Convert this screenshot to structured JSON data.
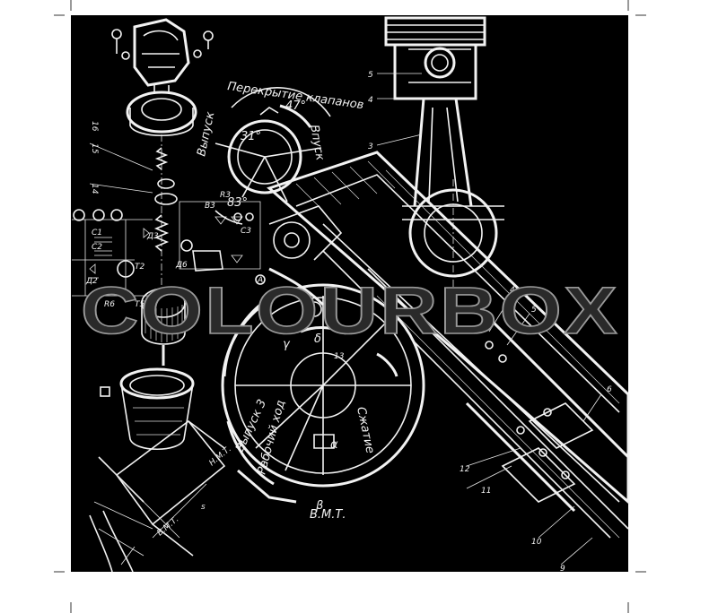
{
  "labels": {
    "valve_overlap": "Перекрытие клапанов",
    "exhaust": "Выпуск",
    "intake": "Впуск",
    "compression": "Сжатие",
    "working_stroke": "Рабочий ход",
    "exhaust_3": "Выпуск 3",
    "angle_47": "47°",
    "angle_83": "83°",
    "angle_31": "31°",
    "tdc": "В.М.Т.",
    "bdc": "Н.М.Т.",
    "alpha": "α",
    "beta": "β",
    "gamma": "γ",
    "delta": "δ",
    "s": "s"
  },
  "part_numbers": [
    "5",
    "4",
    "3",
    "13",
    "4",
    "5",
    "6",
    "12",
    "11",
    "10",
    "9"
  ],
  "circuit_labels": [
    "C1",
    "C2",
    "T2",
    "Д3",
    "Д2",
    "R6",
    "T5",
    "R3",
    "B3",
    "Д6",
    "C3",
    "A"
  ],
  "watermark": {
    "text": "COLOURBOX"
  },
  "colors": {
    "background": "#000000",
    "drawing_lines": "#f2f2f2",
    "watermark_fill": "#2a2a2a",
    "watermark_stroke": "#9a9a9a",
    "page": "#ffffff"
  }
}
